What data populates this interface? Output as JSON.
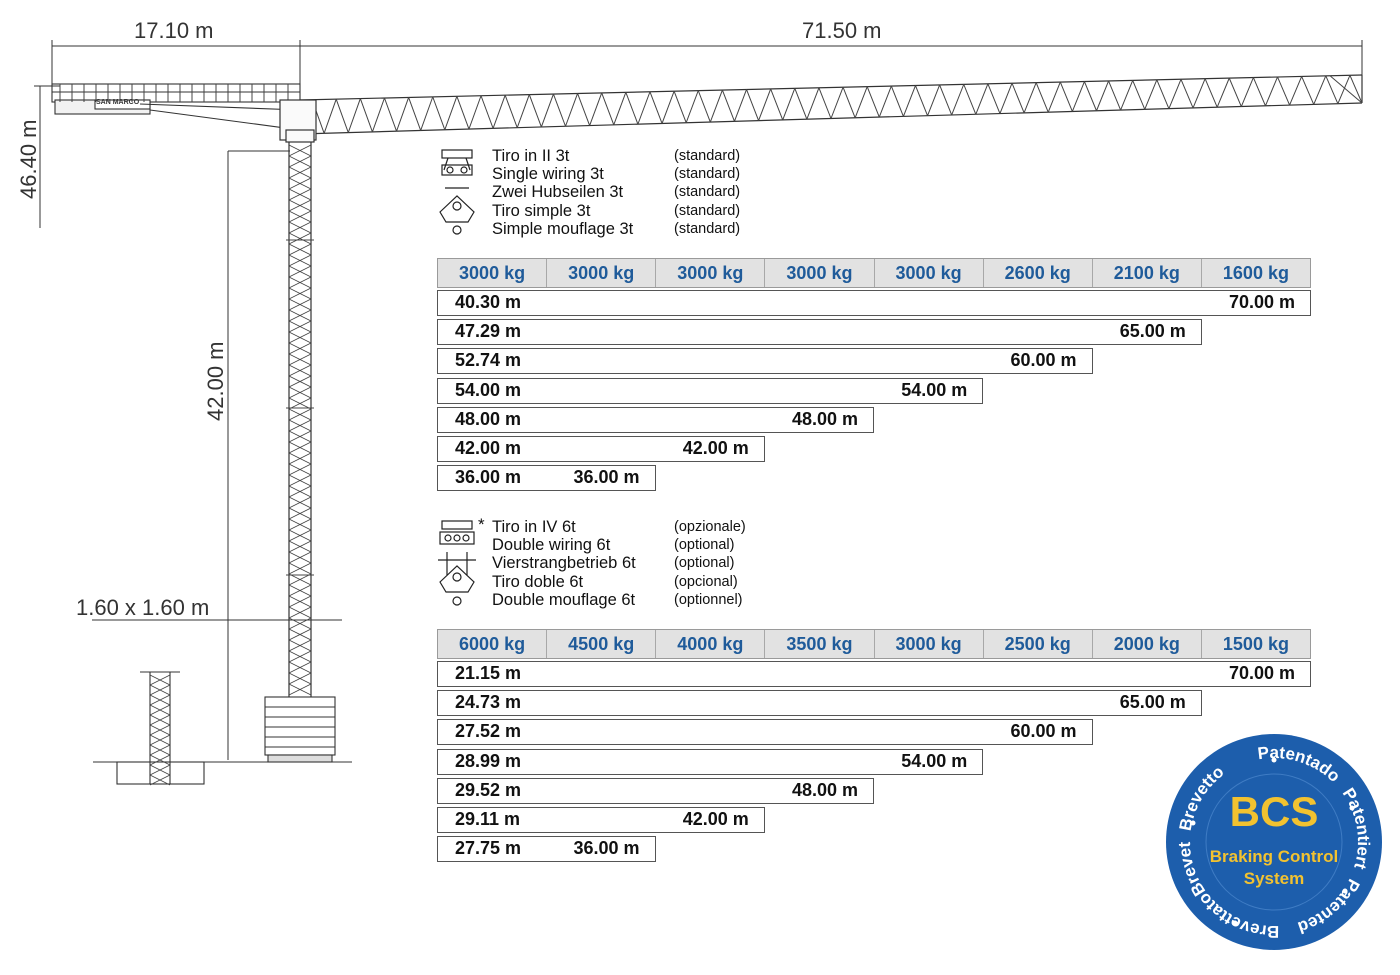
{
  "dimensions": {
    "counter_jib": "17.10 m",
    "jib": "71.50 m",
    "total_height": "46.40 m",
    "hook_height": "42.00 m",
    "mast_section": "1.60 x 1.60 m"
  },
  "crane": {
    "brand_plate": "SAN MARCO"
  },
  "colors": {
    "header_bg": "#e2e2e2",
    "header_text": "#1f5b9a",
    "badge_blue": "#1d5eac",
    "badge_yellow": "#f2c230"
  },
  "wiring_single": {
    "icon": "single-wiring-hook-icon",
    "lines": [
      {
        "name": "Tiro in II 3t",
        "status": "(standard)"
      },
      {
        "name": "Single wiring 3t",
        "status": "(standard)"
      },
      {
        "name": "Zwei Hubseilen 3t",
        "status": "(standard)"
      },
      {
        "name": "Tiro simple 3t",
        "status": "(standard)"
      },
      {
        "name": "Simple mouflage 3t",
        "status": "(standard)"
      }
    ]
  },
  "table_single": {
    "header": [
      "3000 kg",
      "3000 kg",
      "3000 kg",
      "3000 kg",
      "3000 kg",
      "2600 kg",
      "2100 kg",
      "1600 kg"
    ],
    "rows": [
      {
        "left": "40.30 m",
        "right": "70.00 m"
      },
      {
        "left": "47.29 m",
        "right": "65.00 m"
      },
      {
        "left": "52.74 m",
        "right": "60.00 m"
      },
      {
        "left": "54.00 m",
        "right": "54.00 m"
      },
      {
        "left": "48.00 m",
        "right": "48.00 m"
      },
      {
        "left": "42.00 m",
        "right": "42.00 m"
      },
      {
        "left": "36.00 m",
        "right": "36.00 m"
      }
    ]
  },
  "wiring_double": {
    "icon": "double-wiring-hook-icon",
    "marker": "*",
    "lines": [
      {
        "name": "Tiro in IV 6t",
        "status": "(opzionale)"
      },
      {
        "name": "Double wiring 6t",
        "status": "(optional)"
      },
      {
        "name": "Vierstrangbetrieb 6t",
        "status": "(optional)"
      },
      {
        "name": "Tiro doble 6t",
        "status": "(opcional)"
      },
      {
        "name": "Double mouflage 6t",
        "status": "(optionnel)"
      }
    ]
  },
  "table_double": {
    "header": [
      "6000 kg",
      "4500 kg",
      "4000 kg",
      "3500 kg",
      "3000 kg",
      "2500 kg",
      "2000 kg",
      "1500 kg"
    ],
    "rows": [
      {
        "left": "21.15 m",
        "right": "70.00 m"
      },
      {
        "left": "24.73 m",
        "right": "65.00 m"
      },
      {
        "left": "27.52 m",
        "right": "60.00 m"
      },
      {
        "left": "28.99 m",
        "right": "54.00 m"
      },
      {
        "left": "29.52 m",
        "right": "48.00 m"
      },
      {
        "left": "29.11 m",
        "right": "42.00 m"
      },
      {
        "left": "27.75 m",
        "right": "36.00 m"
      }
    ]
  },
  "badge": {
    "title": "BCS",
    "line1": "Braking Control",
    "line2": "System",
    "ring": [
      "Brevetto",
      "Patentado",
      "Patentiert",
      "Patented",
      "Brevettato",
      "Brevete"
    ]
  }
}
